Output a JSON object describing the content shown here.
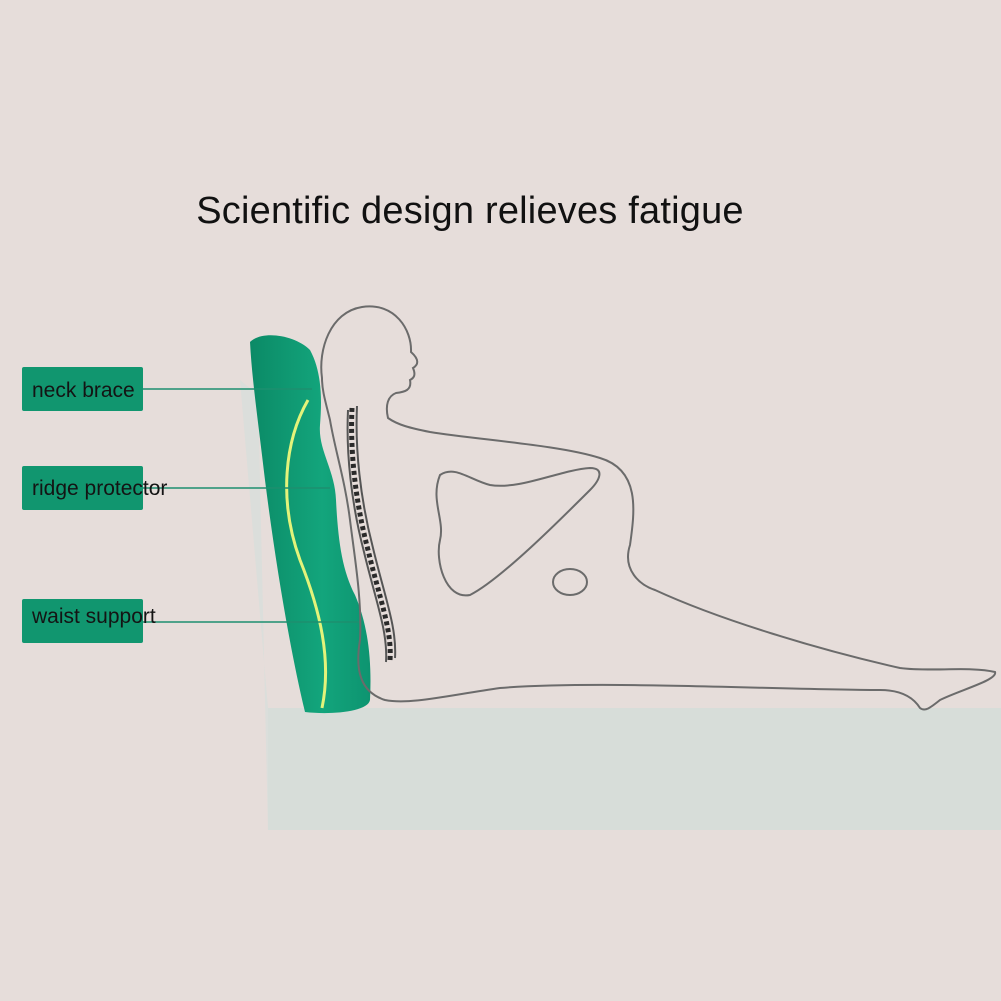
{
  "title": "Scientific design relieves fatigue",
  "labels": [
    {
      "text": "neck brace"
    },
    {
      "text": "ridge protector"
    },
    {
      "text": "waist support"
    }
  ],
  "colors": {
    "background": "#e6ddda",
    "cushion": "#109a73",
    "label_box": "#11966f",
    "seat": "#d7ddd9",
    "outline": "#6b6b6b",
    "spine": "#2a2a2a",
    "curve": "#e3f37a"
  }
}
